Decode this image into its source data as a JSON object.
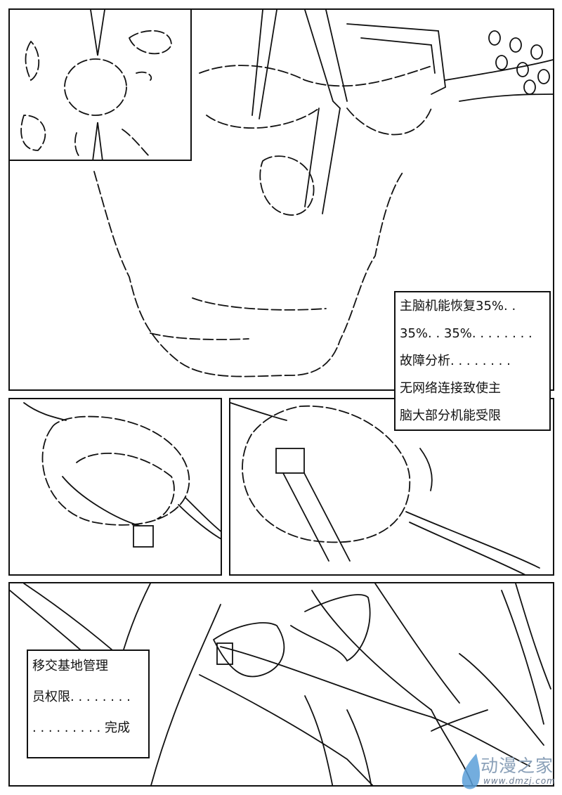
{
  "page": {
    "panel_main_caption": {
      "lines": [
        "主脑机能恢复35%. .",
        "35%. . 35%. . . . . . . .",
        "故障分析. . . . . . . .",
        "无网络连接致使主",
        "脑大部分机能受限"
      ]
    },
    "panel_bottom_caption": {
      "lines": [
        "移交基地管理",
        "员权限. . . . . . . .",
        ". . . . . . . . . 完成"
      ]
    }
  },
  "watermark": {
    "name": "动漫之家",
    "url": "www.dmzj.com",
    "color": "#5b9fd8"
  }
}
